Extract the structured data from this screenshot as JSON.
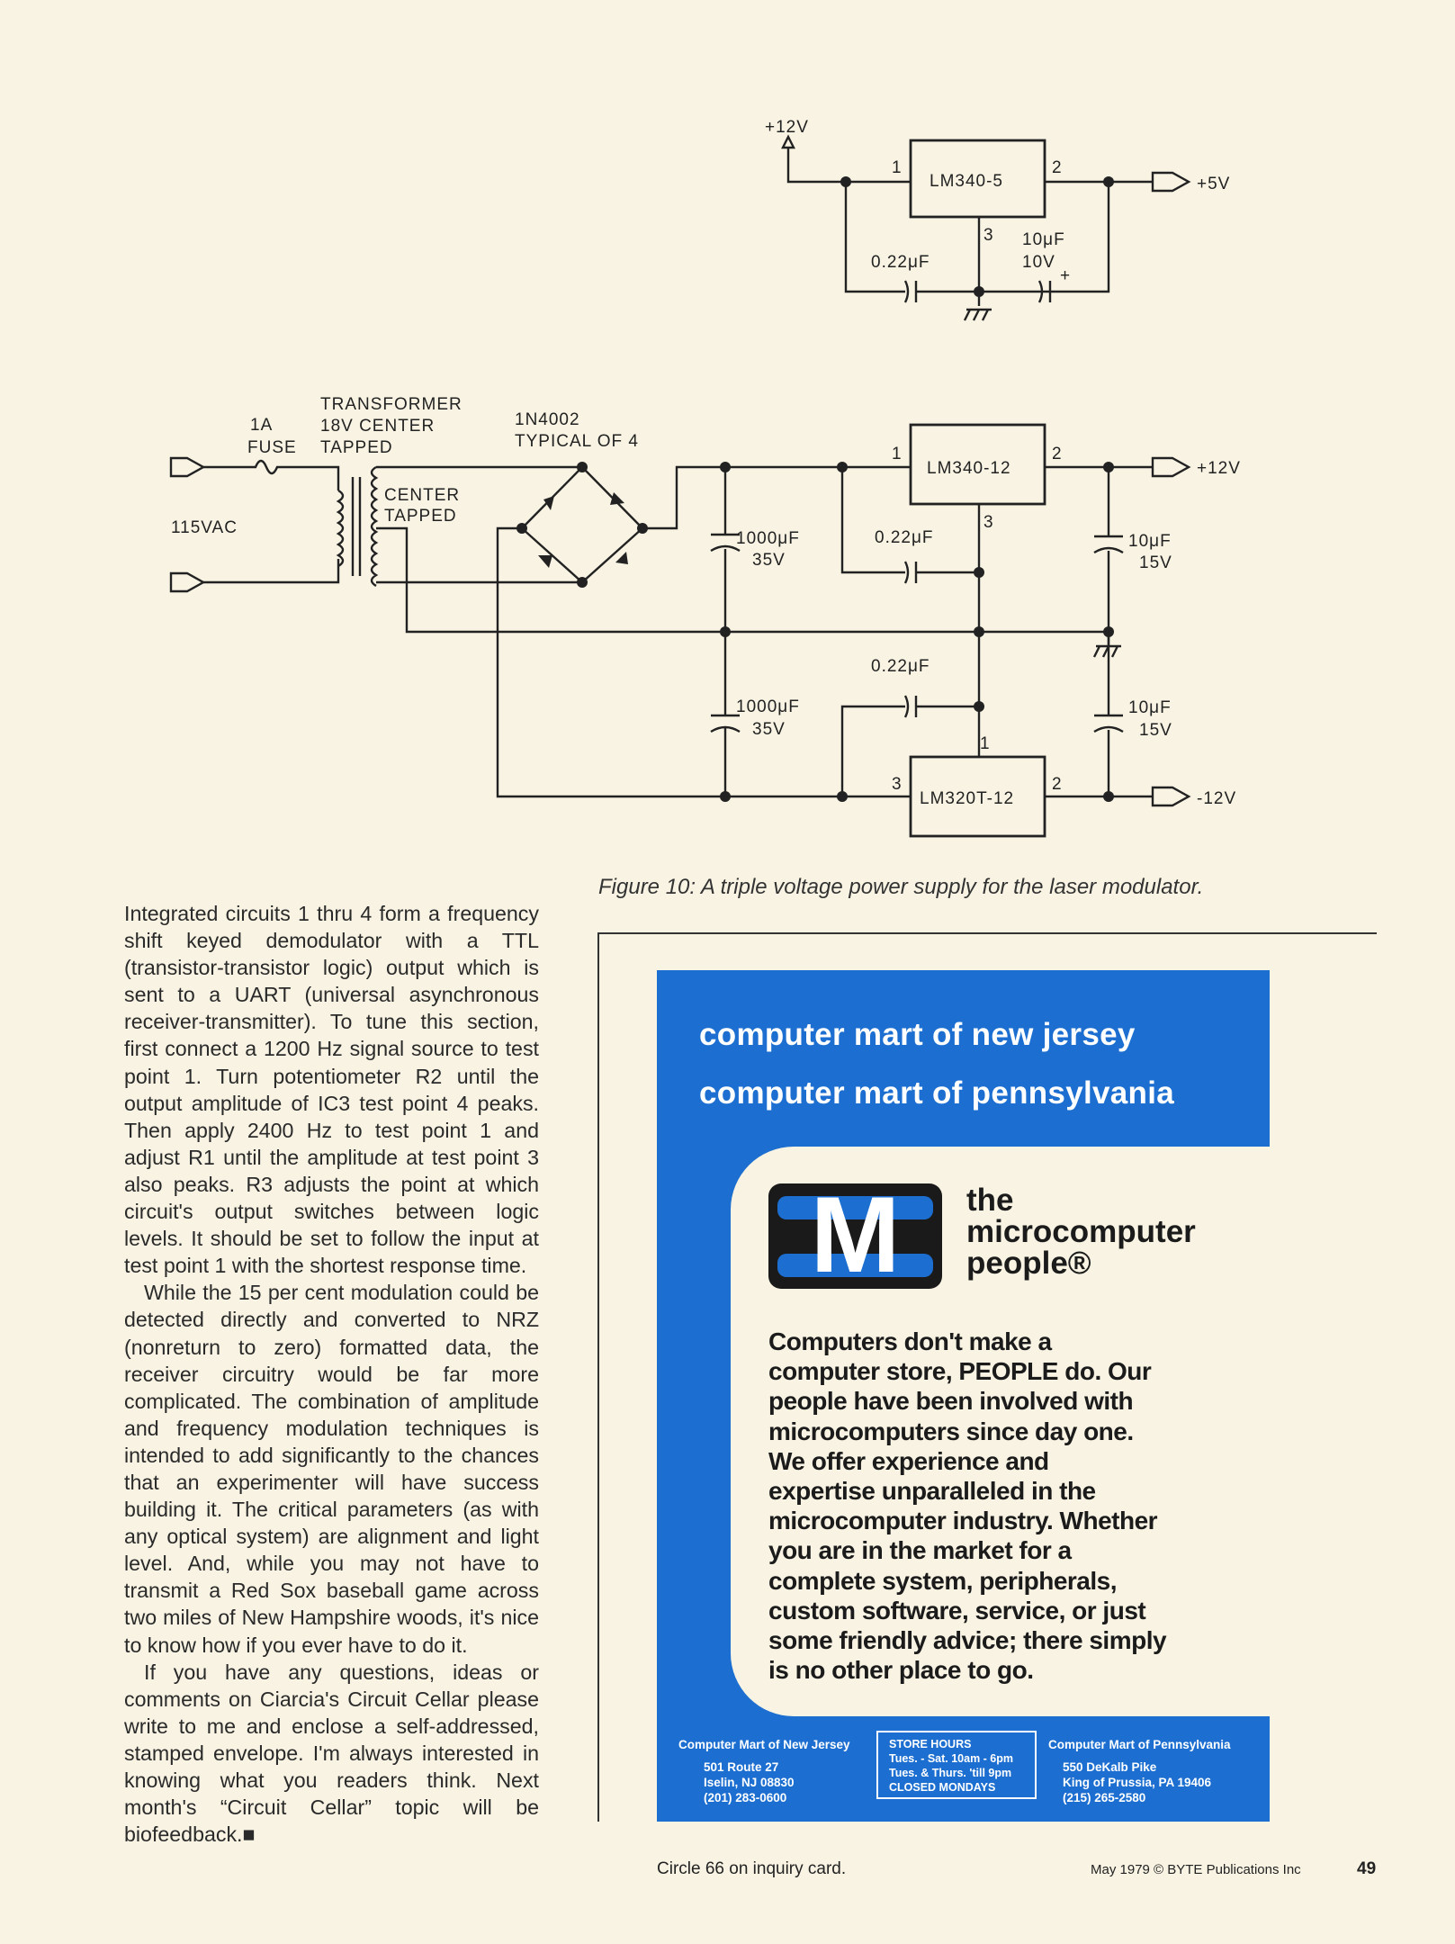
{
  "figure": {
    "top": {
      "supply_in": "+12V",
      "regulator": "LM340-5",
      "pin1": "1",
      "pin2": "2",
      "pin3": "3",
      "cap_in": "0.22μF",
      "cap_out": "10μF",
      "cap_out_v": "10V",
      "plus": "+",
      "output": "+5V"
    },
    "input": {
      "voltage": "115VAC",
      "fuse_1": "1A",
      "fuse_2": "FUSE",
      "xfmr_1": "TRANSFORMER",
      "xfmr_2": "18V CENTER",
      "xfmr_3": "TAPPED",
      "ct_1": "CENTER",
      "ct_2": "TAPPED",
      "diode_1": "1N4002",
      "diode_2": "TYPICAL OF 4"
    },
    "pos": {
      "regulator": "LM340-12",
      "pin1": "1",
      "pin2": "2",
      "pin3": "3",
      "filter_cap": "1000μF",
      "filter_v": "35V",
      "cap_in": "0.22μF",
      "cap_out": "10μF",
      "cap_out_v": "15V",
      "output": "+12V"
    },
    "neg": {
      "regulator": "LM320T-12",
      "pin1": "1",
      "pin2": "2",
      "pin3": "3",
      "filter_cap": "1000μF",
      "filter_v": "35V",
      "cap_in": "0.22μF",
      "cap_out": "10μF",
      "cap_out_v": "15V",
      "output": "-12V"
    },
    "caption": "Figure 10: A triple voltage power supply for the laser modulator."
  },
  "article": {
    "paragraphs": [
      "Integrated circuits 1 thru 4 form a frequency shift keyed demodulator with a TTL (transistor-transistor logic) output which is sent to a UART (universal asynchronous receiver-transmitter). To tune this section, first connect a 1200 Hz signal source to test point 1. Turn potentiometer R2 until the output amplitude of IC3 test point 4 peaks. Then apply 2400 Hz to test point 1 and adjust R1 until the amplitude at test point 3 also peaks. R3 adjusts the point at which circuit's output switches between logic levels. It should be set to follow the input at test point 1 with the shortest response time.",
      "While the 15 per cent modulation could be detected directly and converted to NRZ (nonreturn to zero) formatted data, the receiver circuitry would be far more complicated. The combination of amplitude and frequency modulation techniques is intended to add significantly to the chances that an experimenter will have success building it. The critical parameters (as with any optical system) are alignment and light level. And, while you may not have to transmit a Red Sox baseball game across two miles of New Hampshire woods, it's nice to know how if you ever have to do it.",
      "If you have any questions, ideas or comments on Ciarcia's Circuit Cellar please write to me and enclose a self-addressed, stamped envelope. I'm always interested in knowing what you readers think. Next month's “Circuit Cellar” topic will be biofeedback.■"
    ]
  },
  "ad": {
    "brand_color": "#1c6fd0",
    "headline_1": "computer mart of new jersey",
    "headline_2": "computer mart of pennsylvania",
    "logo_letter": "M",
    "tagline": [
      "the",
      "microcomputer",
      "people®"
    ],
    "body_lines": [
      "Computers don't make a",
      "computer store, PEOPLE do. Our",
      "people have been involved with",
      "microcomputers since day one.",
      "We offer experience and",
      "expertise unparalleled in the",
      "microcomputer industry. Whether",
      "you are in the market for a",
      "complete system, peripherals,",
      "custom software, service, or just",
      "some friendly advice; there simply",
      "is no other place to go."
    ],
    "nj": {
      "name": "Computer Mart of New Jersey",
      "street": "501 Route 27",
      "city": "Iselin, NJ  08830",
      "phone": "(201) 283-0600"
    },
    "hours": {
      "title": "STORE HOURS",
      "line1": "Tues. - Sat. 10am - 6pm",
      "line2": "Tues. & Thurs. 'till 9pm",
      "line3": "CLOSED MONDAYS"
    },
    "pa": {
      "name": "Computer Mart of Pennsylvania",
      "street": "550 DeKalb Pike",
      "city": "King of Prussia, PA  19406",
      "phone": "(215) 265-2580"
    }
  },
  "footer": {
    "inquiry": "Circle 66 on inquiry card.",
    "credit": "May 1979 © BYTE Publications Inc",
    "page": "49"
  }
}
